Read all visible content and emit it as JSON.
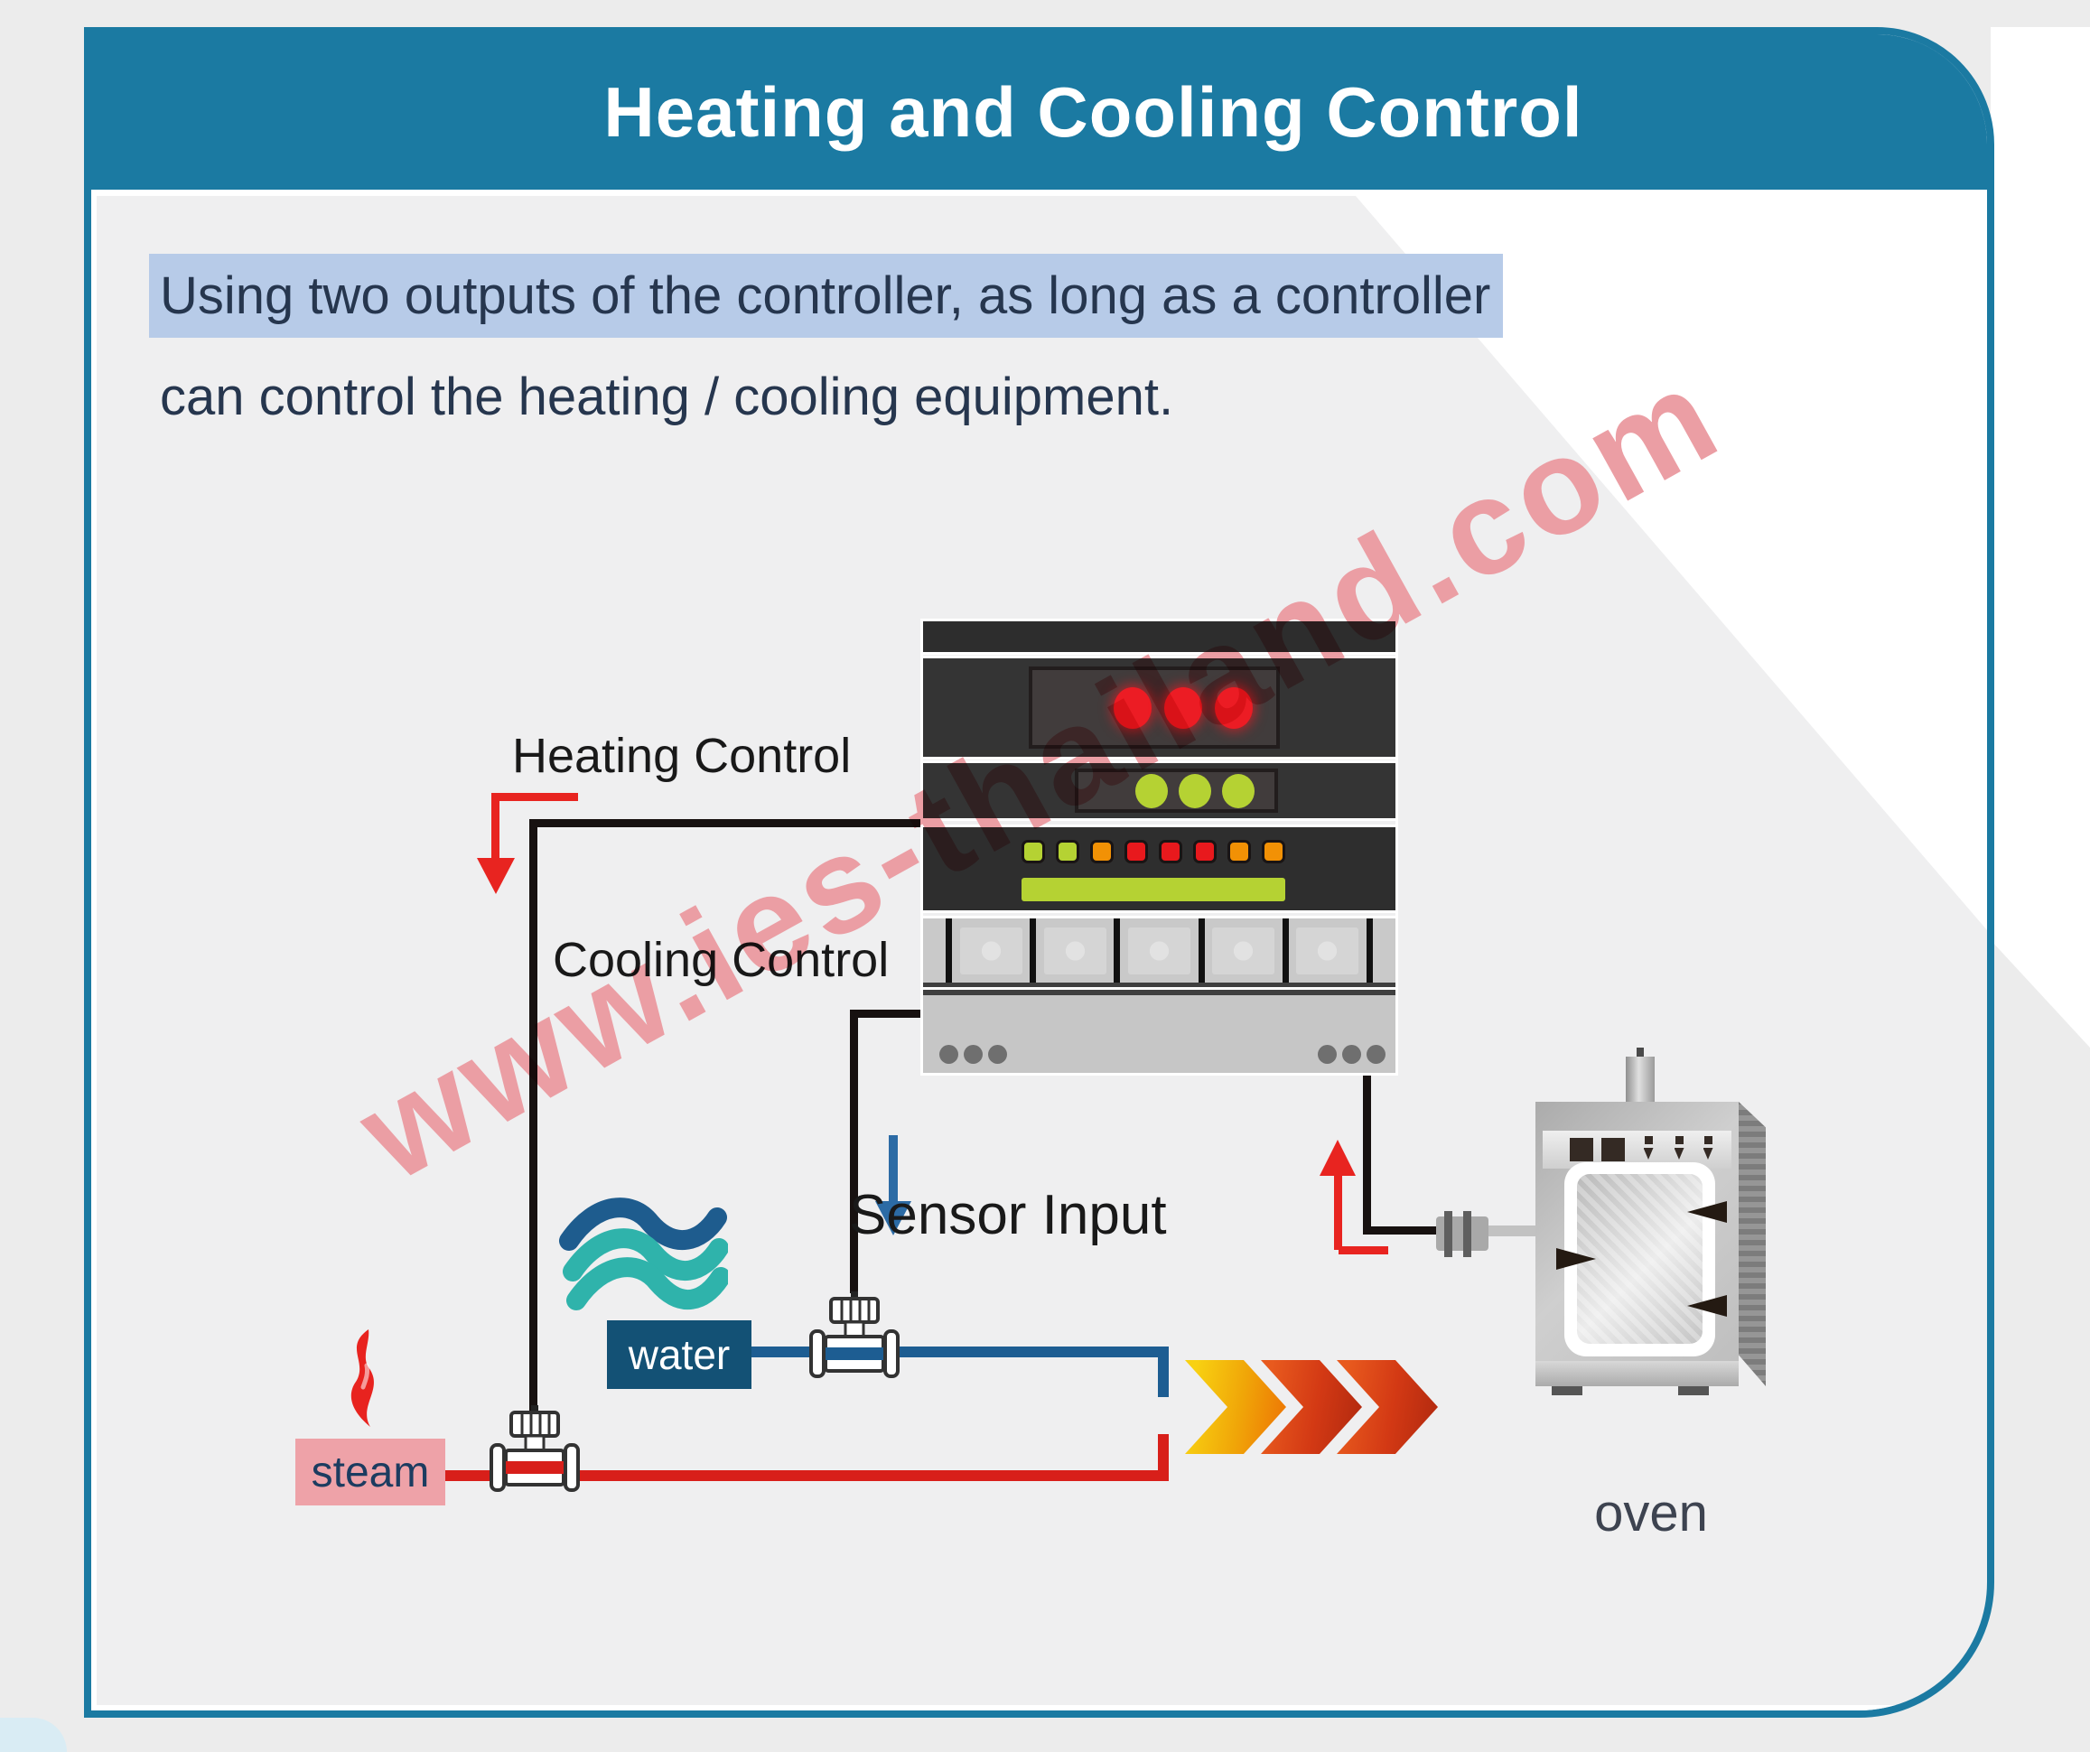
{
  "header": {
    "title": "Heating and Cooling Control"
  },
  "intro": {
    "line1_highlighted": "Using two outputs of the controller, as long as a controller",
    "line2": "can control the heating / cooling equipment."
  },
  "labels": {
    "heating_control": "Heating Control",
    "cooling_control": "Cooling Control",
    "sensor_input": "Sensor Input",
    "water": "water",
    "steam": "steam",
    "oven": "oven"
  },
  "watermark": {
    "text": "www.ies-thailand.com",
    "color": "#eb9ea4"
  },
  "controller": {
    "red_display_led_count": 3,
    "green_display_led_count": 3,
    "indicator_colors": [
      "green",
      "green",
      "orange",
      "red",
      "red",
      "red",
      "orange",
      "orange"
    ],
    "terminal_cell_count": 5,
    "base_dots_per_group": 3
  },
  "colors": {
    "accent_teal": "#1b7aa2",
    "highlight_blue": "#b7cbe8",
    "body_text": "#26364e",
    "hot_pipe_red": "#d81f1a",
    "cold_pipe_blue": "#1d5d92",
    "wire_black": "#171110",
    "steam_tag_bg": "#eea2a8",
    "water_tag_bg": "#135175",
    "led_red": "#ec1c24",
    "led_green": "#b5d233",
    "led_orange": "#f29105"
  }
}
